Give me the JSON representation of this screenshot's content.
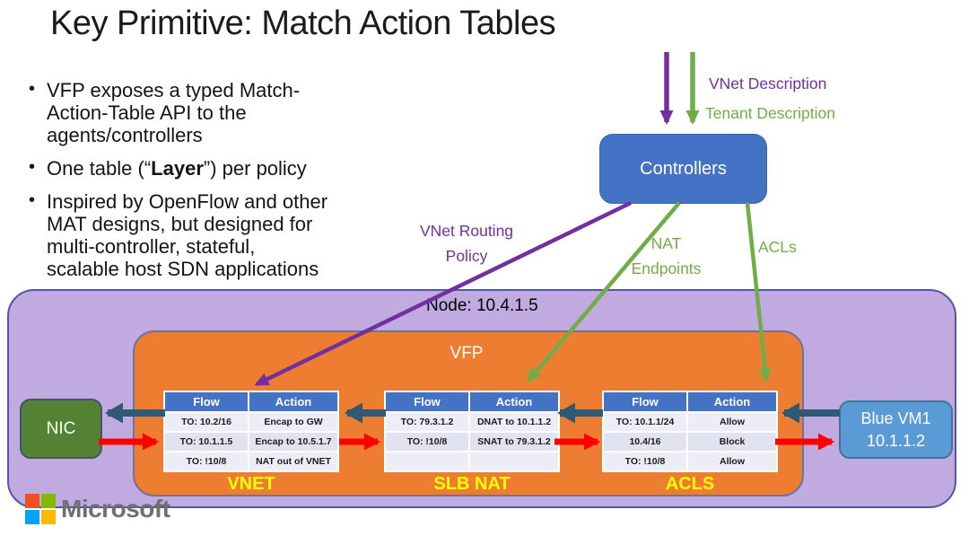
{
  "slide": {
    "title": "Key Primitive: Match Action Tables",
    "bullets": [
      {
        "lines": [
          "VFP exposes a typed Match-",
          "Action-Table API to the",
          "agents/controllers"
        ]
      },
      {
        "pre": "One table (“",
        "bold": "Layer",
        "post": "”) per policy"
      },
      {
        "lines": [
          "Inspired by OpenFlow and other",
          "MAT designs, but designed for",
          "multi-controller, stateful,",
          "scalable host SDN applications"
        ]
      }
    ]
  },
  "flow_labels": {
    "vnet_description": "VNet Description",
    "tenant_description": "Tenant Description",
    "vnet_routing_policy": {
      "line1": "VNet Routing",
      "line2": "Policy"
    },
    "nat_endpoints": {
      "line1": "NAT",
      "line2": "Endpoints"
    },
    "acls": "ACLs"
  },
  "diagram": {
    "controllers_label": "Controllers",
    "node_label": "Node: 10.4.1.5",
    "vfp_label": "VFP",
    "nic_label": "NIC",
    "vm": {
      "name": "Blue VM1",
      "ip": "10.1.1.2"
    },
    "tables": {
      "vnet": {
        "label": "VNET",
        "headers": [
          "Flow",
          "Action"
        ],
        "rows": [
          [
            "TO: 10.2/16",
            "Encap to GW"
          ],
          [
            "TO: 10.1.1.5",
            "Encap to 10.5.1.7"
          ],
          [
            "TO: !10/8",
            "NAT out of VNET"
          ]
        ]
      },
      "slb_nat": {
        "label": "SLB NAT",
        "headers": [
          "Flow",
          "Action"
        ],
        "rows": [
          [
            "TO: 79.3.1.2",
            "DNAT to 10.1.1.2"
          ],
          [
            "TO: !10/8",
            "SNAT to 79.3.1.2"
          ],
          [
            "",
            ""
          ]
        ]
      },
      "acls": {
        "label": "ACLS",
        "headers": [
          "Flow",
          "Action"
        ],
        "rows": [
          [
            "TO: 10.1.1/24",
            "Allow"
          ],
          [
            "10.4/16",
            "Block"
          ],
          [
            "TO: !10/8",
            "Allow"
          ]
        ]
      }
    }
  },
  "footer": {
    "logo_text": "Microsoft"
  },
  "colors": {
    "purple_accent": "#7030A0",
    "green_accent": "#70AD47",
    "controllers_blue": "#4472C4",
    "table_header_blue": "#4472C4",
    "node_container_purple": "#C1AADF",
    "vfp_orange": "#ED7D31",
    "nic_green": "#548235",
    "vm_blue": "#5B9BD5",
    "navy_arrow": "#2E5A75",
    "red_arrow": "#FF0000",
    "table_label_yellow": "#FFFF00"
  }
}
